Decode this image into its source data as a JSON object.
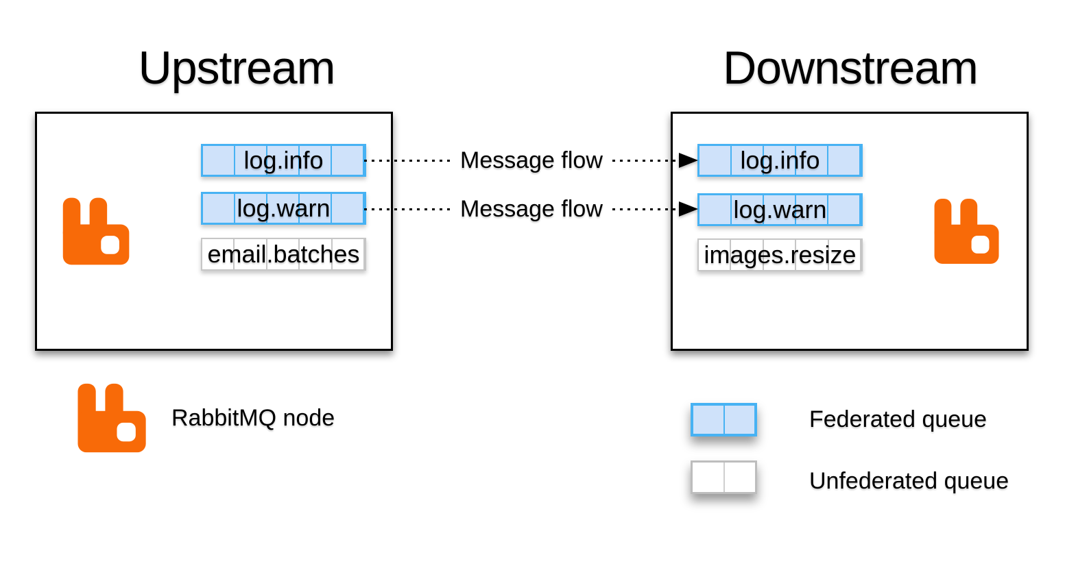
{
  "titles": {
    "upstream": "Upstream",
    "downstream": "Downstream"
  },
  "upstream_node": {
    "queues": [
      {
        "name": "log.info",
        "type": "federated"
      },
      {
        "name": "log.warn",
        "type": "federated"
      },
      {
        "name": "email.batches",
        "type": "unfederated"
      }
    ]
  },
  "downstream_node": {
    "queues": [
      {
        "name": "log.info",
        "type": "federated"
      },
      {
        "name": "log.warn",
        "type": "federated"
      },
      {
        "name": "images.resize",
        "type": "unfederated"
      }
    ]
  },
  "flows": [
    {
      "label": "Message flow"
    },
    {
      "label": "Message flow"
    }
  ],
  "legend": {
    "node_label": "RabbitMQ node",
    "federated_label": "Federated queue",
    "unfederated_label": "Unfederated queue"
  },
  "colors": {
    "orange": "#f86a08",
    "federated_fill": "#cfe2fa",
    "federated_border": "#47b2f3",
    "unfederated_border": "#c6c6c6",
    "line": "#000000"
  }
}
